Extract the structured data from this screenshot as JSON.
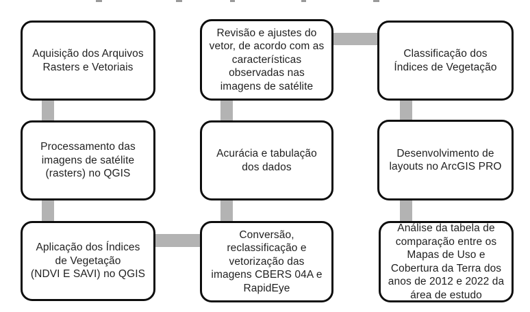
{
  "figure": {
    "type": "flowchart",
    "colors": {
      "background": "#ffffff",
      "node_fill": "#ffffff",
      "node_border": "#0d0d0d",
      "connector": "#b3b3b3",
      "text": "#1f1f1f"
    },
    "nodes": {
      "a": {
        "column": 1,
        "row": 1,
        "label": "Aquisição dos Arquivos Rasters e Vetoriais",
        "lines": [
          "Aquisição dos Arquivos",
          "Rasters e Vetoriais"
        ]
      },
      "b": {
        "column": 1,
        "row": 2,
        "label": "Processamento das imagens de satélite (rasters) no QGIS",
        "lines": [
          "Processamento das",
          "imagens de satélite",
          "(rasters) no QGIS"
        ]
      },
      "c": {
        "column": 1,
        "row": 3,
        "label": "Aplicação dos Índices de Vegetação (NDVI E SAVI) no QGIS",
        "lines": [
          "Aplicação dos Índices",
          "de Vegetação",
          "(NDVI E SAVI) no QGIS"
        ]
      },
      "d": {
        "column": 2,
        "row": 1,
        "label": "Revisão e ajustes do vetor, de acordo com as características observadas nas imagens de satélite",
        "lines": [
          "Revisão e ajustes do",
          "vetor, de acordo com as",
          "características",
          "observadas nas",
          "imagens de satélite"
        ]
      },
      "e": {
        "column": 2,
        "row": 2,
        "label": "Acurácia e tabulação dos dados",
        "lines": [
          "Acurácia e tabulação",
          "dos dados"
        ]
      },
      "f": {
        "column": 2,
        "row": 3,
        "label": "Conversão, reclassificação e vetorização das imagens CBERS 04A e RapidEye",
        "lines": [
          "Conversão,",
          "reclassificação e",
          "vetorização das",
          "imagens CBERS 04A e",
          "RapidEye"
        ]
      },
      "g": {
        "column": 3,
        "row": 1,
        "label": "Classificação dos Índices de Vegetação",
        "lines": [
          "Classificação dos",
          "Índices de Vegetação"
        ]
      },
      "h": {
        "column": 3,
        "row": 2,
        "label": "Desenvolvimento de layouts no ArcGIS PRO",
        "lines": [
          "Desenvolvimento de",
          "layouts no ArcGIS PRO"
        ]
      },
      "i": {
        "column": 3,
        "row": 3,
        "label": "Análise da tabela de comparação entre os Mapas de Uso e Cobertura da Terra dos anos de 2012 e 2022 da área de estudo",
        "lines": [
          "Análise da tabela de",
          "comparação entre os",
          "Mapas de Uso e",
          "Cobertura da Terra dos",
          "anos de 2012 e 2022 da",
          "área de estudo"
        ]
      }
    },
    "connections": [
      {
        "between": [
          "a",
          "b"
        ],
        "orientation": "vertical"
      },
      {
        "between": [
          "b",
          "c"
        ],
        "orientation": "vertical"
      },
      {
        "between": [
          "c",
          "f"
        ],
        "orientation": "horizontal"
      },
      {
        "between": [
          "f",
          "e"
        ],
        "orientation": "vertical"
      },
      {
        "between": [
          "e",
          "d"
        ],
        "orientation": "vertical"
      },
      {
        "between": [
          "d",
          "g"
        ],
        "orientation": "horizontal"
      },
      {
        "between": [
          "g",
          "h"
        ],
        "orientation": "vertical"
      },
      {
        "between": [
          "h",
          "i"
        ],
        "orientation": "vertical"
      }
    ]
  }
}
